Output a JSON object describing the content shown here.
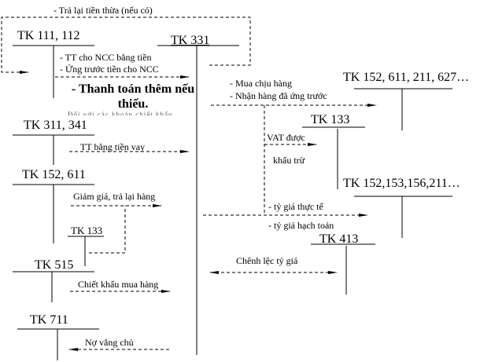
{
  "accounts": {
    "tk111": "TK 111, 112",
    "tk331": "TK 331",
    "tk311": "TK 311, 341",
    "tk152a": "TK 152, 611",
    "tk133a": "TK 133",
    "tk515": "TK 515",
    "tk711": "TK 711",
    "tk152b": "TK 152, 611, 211, 627…",
    "tk133b": "TK 133",
    "tk152c": "TK 152,153,156,211…",
    "tk413": "TK 413"
  },
  "labels": {
    "refund": "- Trả lại tiền thừa (nếu có)",
    "pay_cash": "- TT cho NCC bằng tiền",
    "advance": "- Ứng trước tiền cho NCC",
    "pay_extra_1": "- Thanh toán thêm nếu",
    "pay_extra_2": "thiếu.",
    "hidden_line": "Đối với các khoản chiết khấu",
    "pay_loan": "TT bằng tiền vay",
    "discount_return": "Giảm giá, trả lại hàng",
    "purchase_discount": "Chiết khấu mua hàng",
    "debt_absent": "Nợ vắng chủ",
    "buy_credit": "-  Mua chịu hàng",
    "receive_advanced": "- Nhận hàng đã ứng trước",
    "vat_1": "VAT được",
    "vat_2": "khấu trừ",
    "rate_actual": "- tỷ giá thực tế",
    "rate_book": "- tỷ giá hạch toán",
    "fx_diff": "Chênh lệc tỷ giá"
  }
}
